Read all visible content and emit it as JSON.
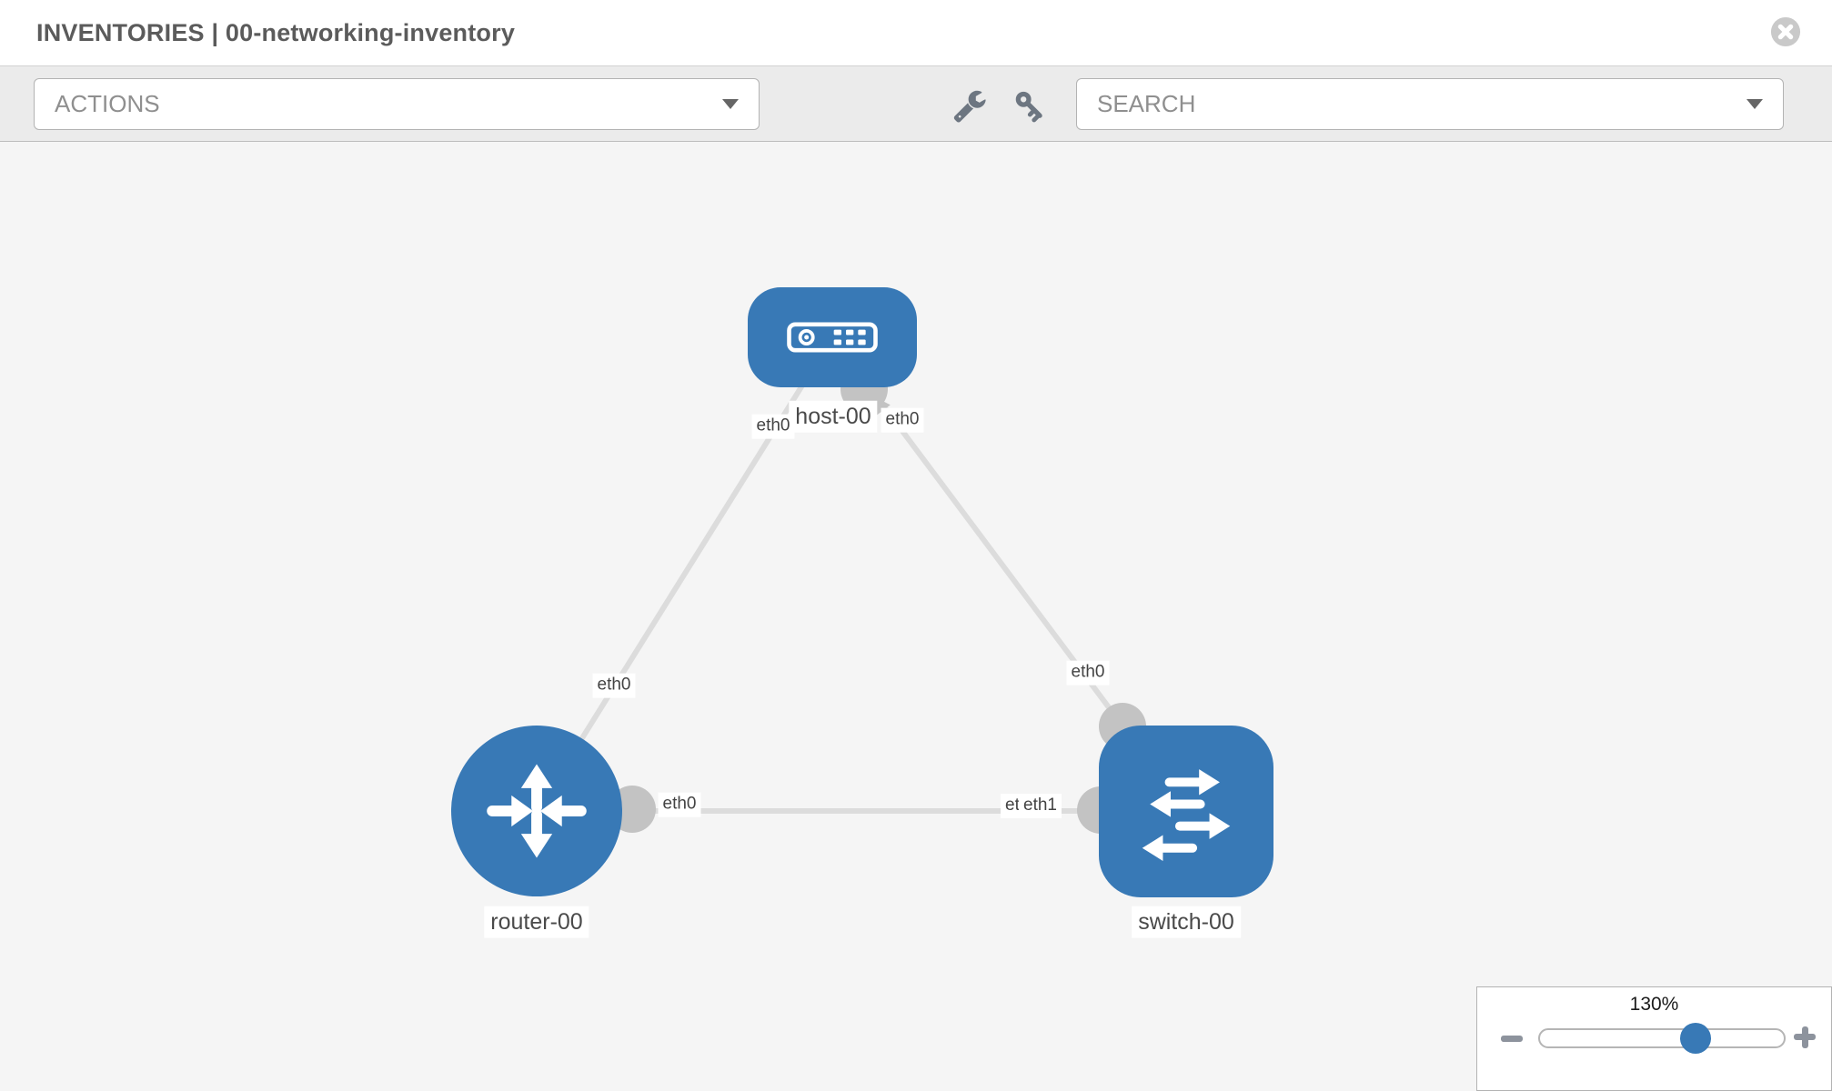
{
  "window": {
    "title": "INVENTORIES | 00-networking-inventory",
    "close_icon": "close-icon"
  },
  "toolbar": {
    "actions_label": "ACTIONS",
    "search_label": "SEARCH",
    "tool_icons": [
      "wrench-icon",
      "key-icon"
    ],
    "dropdown_icon": "chevron-down-icon"
  },
  "graph": {
    "nodes": [
      {
        "name": "host-00",
        "type": "host",
        "icon": "server-icon"
      },
      {
        "name": "router-00",
        "type": "router",
        "icon": "router-arrows-icon"
      },
      {
        "name": "switch-00",
        "type": "switch",
        "icon": "switch-arrows-icon"
      }
    ],
    "links": [
      {
        "from": "router-00",
        "from_port": "eth0",
        "to": "host-00",
        "to_port": "eth0"
      },
      {
        "from": "host-00",
        "from_port": "eth0",
        "to": "switch-00",
        "to_port": "eth0"
      },
      {
        "from": "router-00",
        "from_port": "eth0",
        "to": "switch-00",
        "to_port": "eth1",
        "to_port_overlapped": "eth0"
      }
    ]
  },
  "zoom_control": {
    "level": "130%",
    "minus_icon": "minus-icon",
    "plus_icon": "plus-icon"
  },
  "colors": {
    "node_blue": "#3879b6",
    "link_gray": "#dcdcdc",
    "port_gray": "#c3c3c3",
    "canvas_bg": "#f5f5f5",
    "toolbar_bg": "#ebebeb",
    "icon_slate": "#6d7681"
  }
}
